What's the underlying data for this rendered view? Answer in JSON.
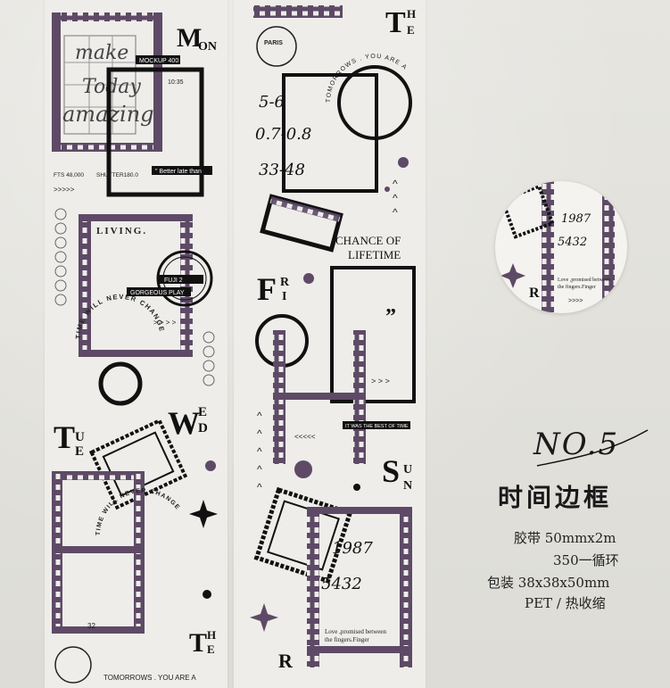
{
  "product": {
    "number": "NO.5",
    "name": "时间边框",
    "spec_tape": "胶带 50mmx2m",
    "spec_cycle": "350一循环",
    "spec_pack": "包装 38x38x50mm",
    "spec_material": "PET / 热收缩"
  },
  "tape_text": {
    "mon": "MON",
    "the_top": "THE",
    "tue": "TUE",
    "wed": "WED",
    "fri": "FRI",
    "sun": "SUN",
    "the_bottom": "THE",
    "mockup": "MOCKUP 400",
    "time": "10:35",
    "fts": "FTS 48,000",
    "shutter": "SHUTTER180.0",
    "better_late": "\" Better late than",
    "living": "LIVING.",
    "fuji": "FUJI 2",
    "gorgeous": "GORGEOUS PLAY",
    "chance1": "CHANCE OF",
    "chance2": "LIFETIME",
    "best_time": "IT WAS THE BEST OF TIME",
    "love1": "Love ,promised between",
    "love2": "the fingers.Finger",
    "arrows": ">>>>>",
    "page": "32",
    "numbers1": "5-6",
    "numbers2": "0.7-0.8",
    "numbers3": "33-48",
    "script1": "make",
    "script2": "Today",
    "script3": "amazing",
    "r": "R",
    "tomorrows": "TOMORROWS . YOU ARE A",
    "time_will": "TIME WILL NEVER CHANGE",
    "paris": "PARIS"
  },
  "colors": {
    "purple": "#5e4a66",
    "ink": "#111111",
    "paper": "#eeedea",
    "background": "#e3e2dd"
  }
}
